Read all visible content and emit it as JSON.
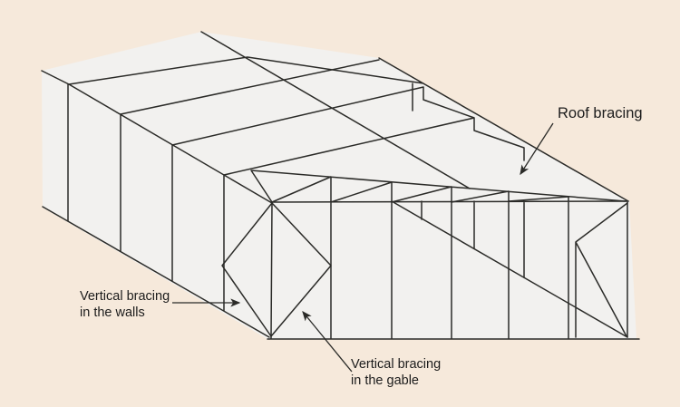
{
  "figure": {
    "type": "technical-line-diagram",
    "subject": "Bracing system of a steel hall building (axonometric skeleton view)",
    "background_color": "#f6e9db",
    "building_fill_color": "#f2f1ef",
    "line_color": "#2b2b28",
    "text_color": "#1c1c1c"
  },
  "labels": {
    "roof_bracing": {
      "text": "Roof bracing"
    },
    "wall_bracing": {
      "line1": "Vertical bracing",
      "line2": "in the walls"
    },
    "gable_bracing": {
      "line1": "Vertical bracing",
      "line2": "in the gable"
    }
  },
  "annotations": [
    {
      "label": "Roof bracing",
      "arrow_points_to": "triangulated wind girder band along roof eave"
    },
    {
      "label": "Vertical bracing in the walls",
      "arrow_points_to": "diagonal brace in end bay of side wall"
    },
    {
      "label": "Vertical bracing in the gable",
      "arrow_points_to": "diamond cross-brace in gable end wall"
    }
  ]
}
